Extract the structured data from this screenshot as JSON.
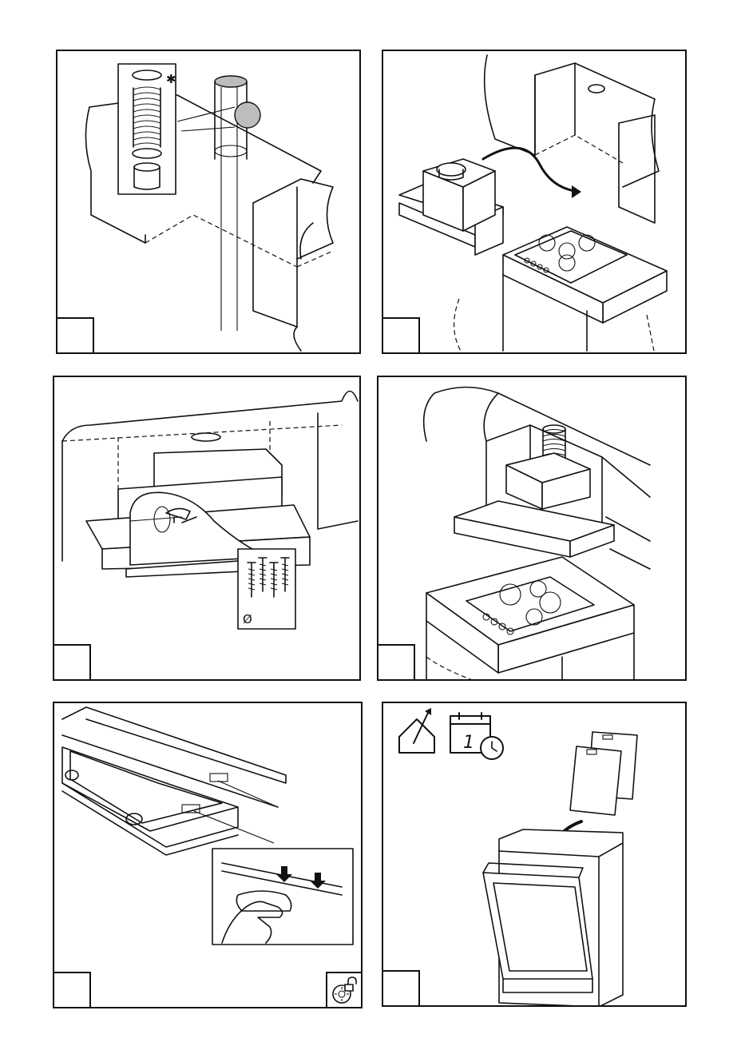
{
  "page": {
    "panels": [
      {
        "id": "duct-assembly",
        "step_number": "",
        "icon": "duct-kit-illustration",
        "note_symbol": "✱"
      },
      {
        "id": "hood-placement",
        "step_number": "",
        "icon": "hood-to-cabinet-illustration"
      },
      {
        "id": "screw-fixing",
        "step_number": "",
        "icon": "screw-fixing-illustration",
        "screw_label": "Ø"
      },
      {
        "id": "hood-installed",
        "step_number": "",
        "icon": "installed-hood-illustration"
      },
      {
        "id": "filter-release",
        "step_number": "",
        "icon": "filter-release-illustration",
        "badge_icon": "dishwasher-lock-icon"
      },
      {
        "id": "filter-dishwasher",
        "step_number": "",
        "icon": "filter-dishwasher-illustration",
        "house_icon": "house-exhaust-icon",
        "calendar_icon": "calendar-clock-icon",
        "calendar_digit": "1"
      }
    ]
  }
}
